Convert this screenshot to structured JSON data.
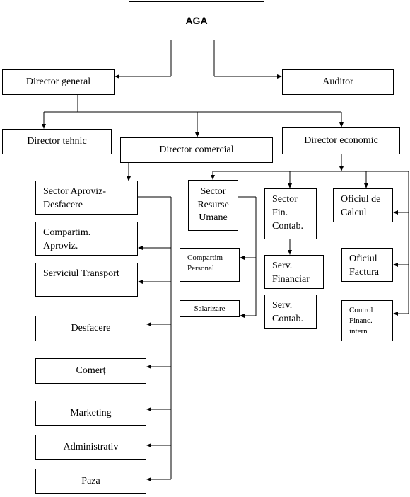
{
  "org_chart": {
    "aga": "AGA",
    "director_general": "Director general",
    "auditor": "Auditor",
    "director_tehnic": "Director tehnic",
    "director_comercial": "Director comercial",
    "director_economic": "Director economic",
    "sector_aproviz": "Sector Aproviz-\nDesfacere",
    "compartim_aproviz": "Compartim.\nAproviz.",
    "serviciul_transport": "Serviciul Transport",
    "desfacere": "Desfacere",
    "comert": "Comerț",
    "marketing": "Marketing",
    "administrativ": "Administrativ",
    "paza": "Paza",
    "sector_resurse_umane": "Sector\nResurse\nUmane",
    "compartim_personal": "Compartim\nPersonal",
    "salarizare": "Salarizare",
    "sector_fin_contab": "Sector\nFin.\nContab.",
    "serv_financiar": "Serv.\nFinanciar",
    "serv_contab": "Serv.\nContab.",
    "oficiul_calcul": "Oficiul de\nCalcul",
    "oficiul_factura": "Oficiul\nFactura",
    "control_financ": "Control\nFinanc.\nintern"
  }
}
